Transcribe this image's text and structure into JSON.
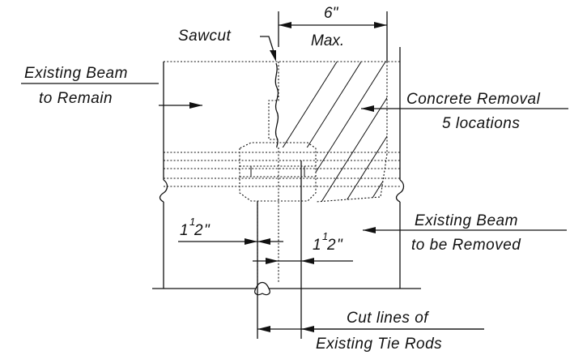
{
  "labels": {
    "sawcut": "Sawcut",
    "max_dim_value": "6\"",
    "max_dim_text": "Max.",
    "existing_beam_remain_1": "Existing Beam",
    "existing_beam_remain_2": "to Remain",
    "concrete_removal_1": "Concrete Removal",
    "concrete_removal_2": "5 locations",
    "existing_beam_removed_1": "Existing Beam",
    "existing_beam_removed_2": "to be Removed",
    "cut_lines_1": "Cut lines of",
    "cut_lines_2": "Existing Tie Rods"
  },
  "dimensions": {
    "left_whole": "1",
    "left_fraction": "1",
    "left_denominator": "2",
    "left_inch": "\"",
    "right_whole": "1",
    "right_fraction": "1",
    "right_denominator": "2",
    "right_inch": "\""
  }
}
